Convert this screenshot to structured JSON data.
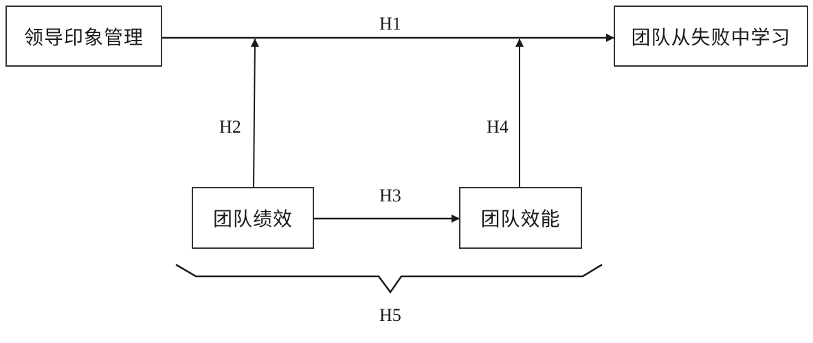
{
  "nodes": {
    "leader_impression": "领导印象管理",
    "team_learning": "团队从失败中学习",
    "team_performance": "团队绩效",
    "team_efficacy": "团队效能"
  },
  "hypotheses": {
    "h1": "H1",
    "h2": "H2",
    "h3": "H3",
    "h4": "H4",
    "h5": "H5"
  },
  "colors": {
    "line": "#1a1a1a",
    "border": "#333333"
  }
}
